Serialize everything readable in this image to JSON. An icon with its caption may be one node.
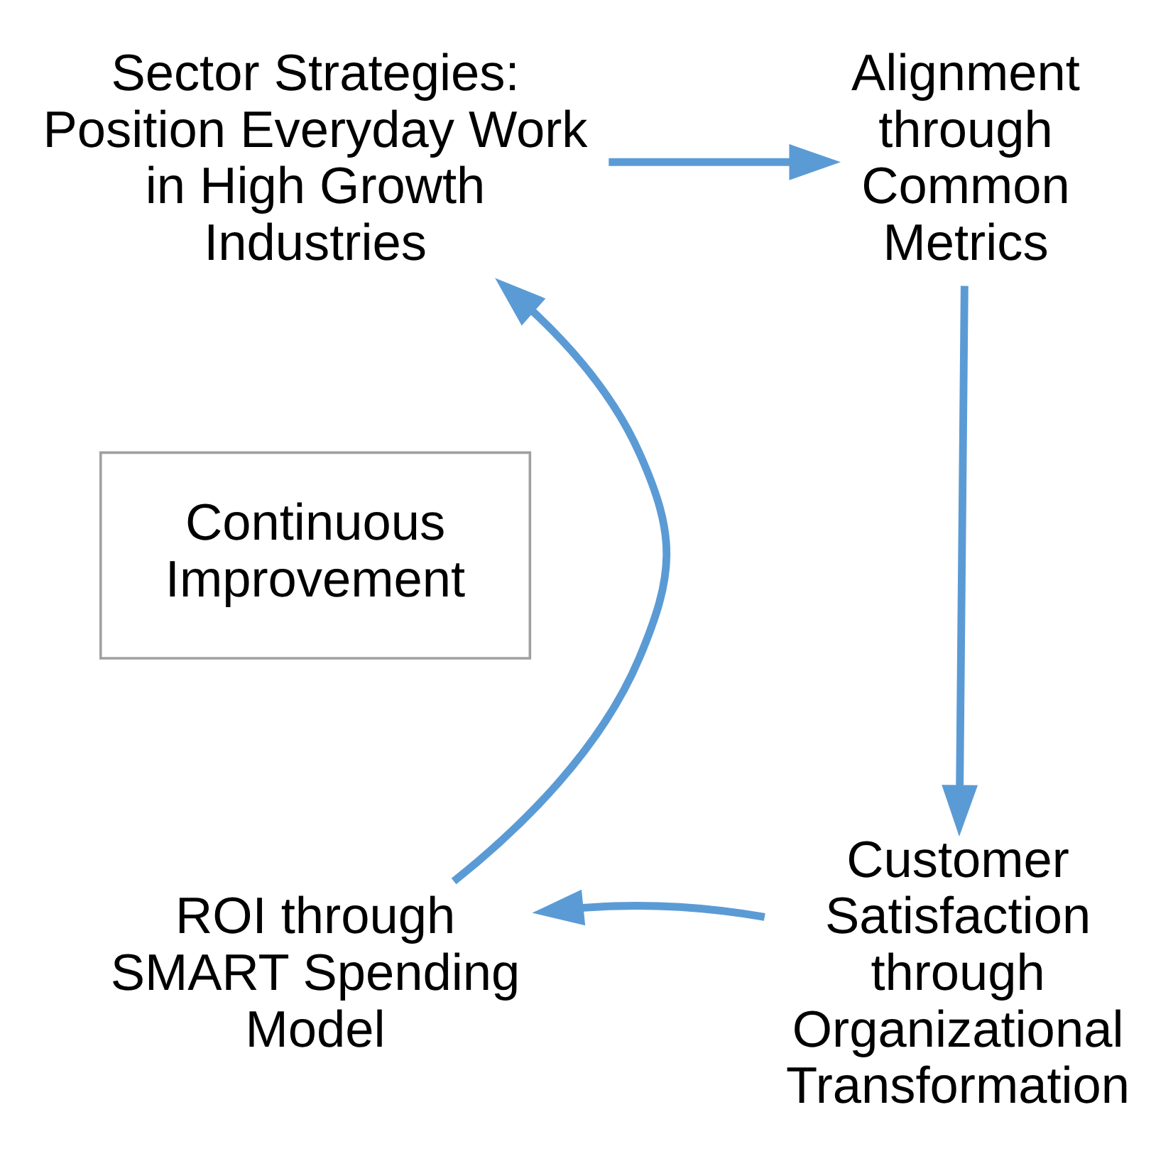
{
  "diagram": {
    "nodes": [
      {
        "text": [
          "Sector Strategies: Position Everyday Work in High Growth Industries"
        ]
      },
      {
        "text": [
          "Alignment through Common Metrics"
        ]
      },
      {
        "text": [
          "Customer Satisfaction through Organizational Transformation"
        ]
      },
      {
        "text": [
          "ROI through SMART Spending Model"
        ]
      },
      {
        "text": [
          "Continuous Improvement"
        ]
      }
    ],
    "edges": [
      {
        "from": 0,
        "to": 1,
        "arrow": "to"
      },
      {
        "from": 1,
        "to": 2,
        "arrow": "to"
      },
      {
        "from": 2,
        "to": 3,
        "arrow": "to"
      },
      {
        "from": 3,
        "to": 0,
        "arrow": "to"
      }
    ]
  }
}
